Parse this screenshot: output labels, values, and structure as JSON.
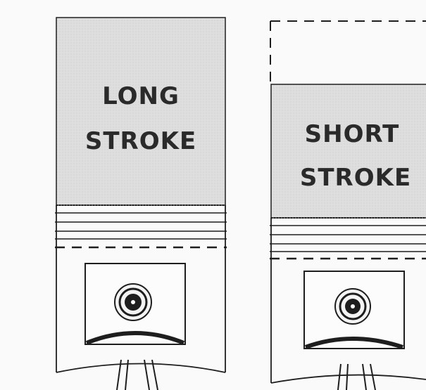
{
  "pistons": [
    {
      "id": "long",
      "line1": "LONG",
      "line2": "STROKE"
    },
    {
      "id": "short",
      "line1": "SHORT",
      "line2": "STROKE"
    }
  ],
  "colors": {
    "background": "#fafafa",
    "stroke_area": "#dcdcdc",
    "outline": "#1e1e1e"
  }
}
